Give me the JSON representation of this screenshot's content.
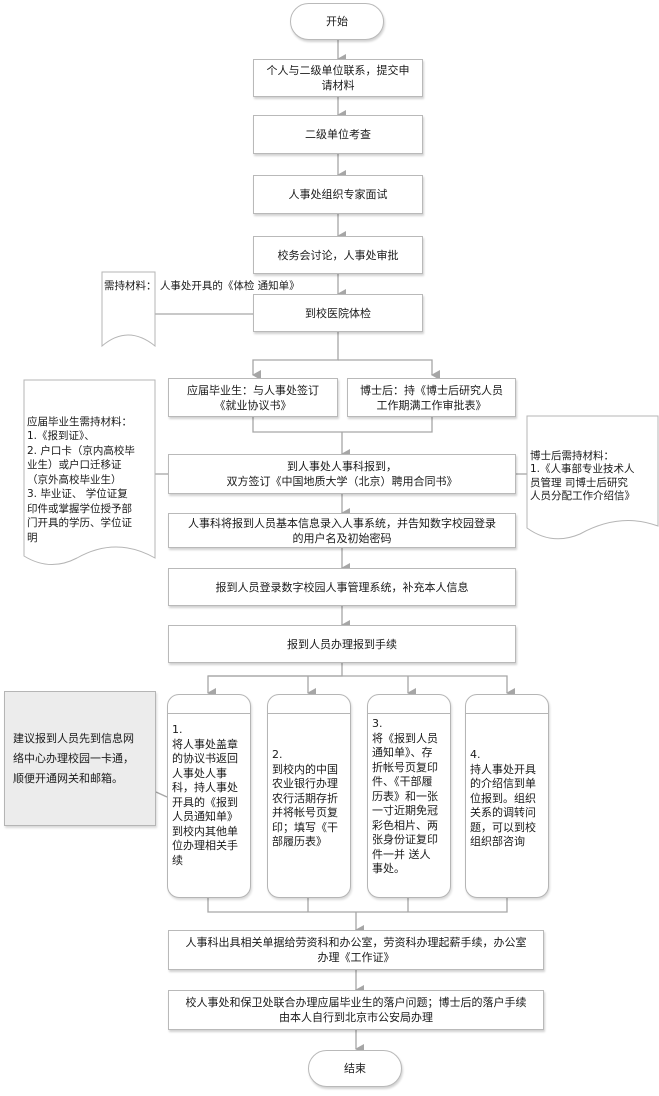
{
  "flowchart": {
    "start": "开始",
    "end": "结束",
    "steps": [
      "个人与二级单位联系，提交申\n请材料",
      "二级单位考查",
      "人事处组织专家面试",
      "校务会讨论，人事处审批",
      "到校医院体检",
      "到人事处人事科报到，\n双方签订《中国地质大学（北京）聘用合同书》",
      "人事科将报到人员基本信息录入人事系统，并告知数字校园登录\n的用户名及初始密码",
      "报到人员登录数字校园人事管理系统，补充本人信息",
      "报到人员办理报到手续",
      "人事科出具相关单据给劳资科和办公室，劳资科办理起薪手续，办公室\n办理《工作证》",
      "校人事处和保卫处联合办理应届毕业生的落户问题；博士后的落户手续\n由本人自行到北京市公安局办理"
    ],
    "branches": {
      "graduate": "应届毕业生：与人事处签订\n《就业协议书》",
      "postdoc": "博士后：持《博士后研究人员\n工作期满工作审批表》"
    },
    "notes": {
      "physical_exam": "需持材料：\n人事处开具的《体检\n通知单》",
      "graduate_materials": "应届毕业生需持材料：\n1.《报到证》、\n2. 户口卡（京内高校毕\n业生）或户口迁移证\n（京外高校毕业生）\n3. 毕业证、  学位证复\n印件或掌握学位授予部\n门开具的学历、学位证\n明",
      "postdoc_materials": "博士后需持材料：\n1.《人事部专业技术人\n员管理  司博士后研究\n人员分配工作介绍信》",
      "suggestion": "建议报到人员先到信息网\n络中心办理校园一卡通，\n顺便开通网关和邮箱。"
    },
    "procedures": [
      "1.\n将人事处盖章\n的协议书返回\n人事处人事\n科，持人事处\n开具的《报到\n人员通知单》\n到校内其他单\n位办理相关手\n续",
      "2.\n到校内的中国\n农业银行办理\n农行活期存折\n并将帐号页复\n印；填写《干\n部履历表》",
      "3.\n将《报到人员\n通知单》、存\n折帐号页复印\n件、《干部履\n历表》和一张\n一寸近期免冠\n彩色相片、两\n张身份证复印\n件一并  送人\n事处。",
      "4.\n持人事处开具\n的介绍信到单\n位报到。组织\n关系的调转问\n题，可以到校\n组织部咨询"
    ]
  },
  "colors": {
    "line": "#a6a6a6",
    "border": "#b9b9b9",
    "note_bg": "#ececec"
  }
}
